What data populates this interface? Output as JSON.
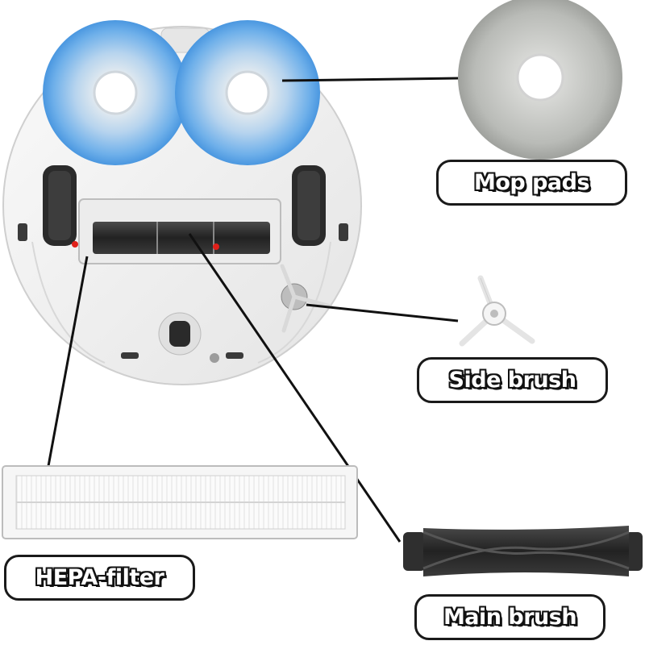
{
  "labels": {
    "mop_pads": "Mop pads",
    "side_brush": "Side brush",
    "hepa_filter": "HEPA-filter",
    "main_brush": "Main brush"
  },
  "colors": {
    "label_border": "#1a1a1a",
    "label_text_fill": "#ffffff",
    "mop_blue": "#8fc3f0",
    "mop_grey": "#bfc1bd",
    "robot_body": "#f2f2f2",
    "brush_black": "#2a2a2a",
    "marker_red": "#e0201a"
  }
}
